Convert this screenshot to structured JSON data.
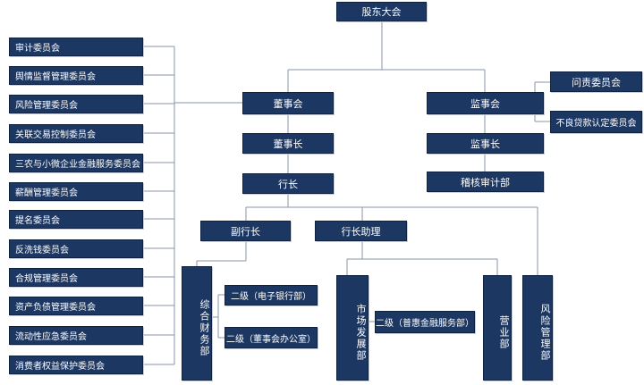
{
  "top": {
    "shareholders": "股东大会"
  },
  "board": {
    "name": "董事会",
    "chair": "董事长",
    "president": "行长"
  },
  "supervisory": {
    "name": "监事会",
    "chair": "监事长",
    "audit": "稽核审计部",
    "committees": [
      "问责委员会",
      "不良贷款认定委员会"
    ]
  },
  "board_committees": [
    "审计委员会",
    "舆情监督管理委员会",
    "风险管理委员会",
    "关联交易控制委员会",
    "三农与小微企业金融服务委员会",
    "薪酬管理委员会",
    "提名委员会",
    "反洗钱委员会",
    "合规管理委员会",
    "资产负债管理委员会",
    "流动性应急委员会",
    "消费者权益保护委员会"
  ],
  "management": {
    "vice_president": "副行长",
    "assistant": "行长助理",
    "general_affairs": "综合财务部",
    "general_sub": [
      "二级（电子银行部）",
      "二级（董事会办公室）"
    ],
    "market": "市场发展部",
    "market_sub": "二级（普惠金融服务部）",
    "business": "营业部",
    "risk": "风险管理部"
  }
}
